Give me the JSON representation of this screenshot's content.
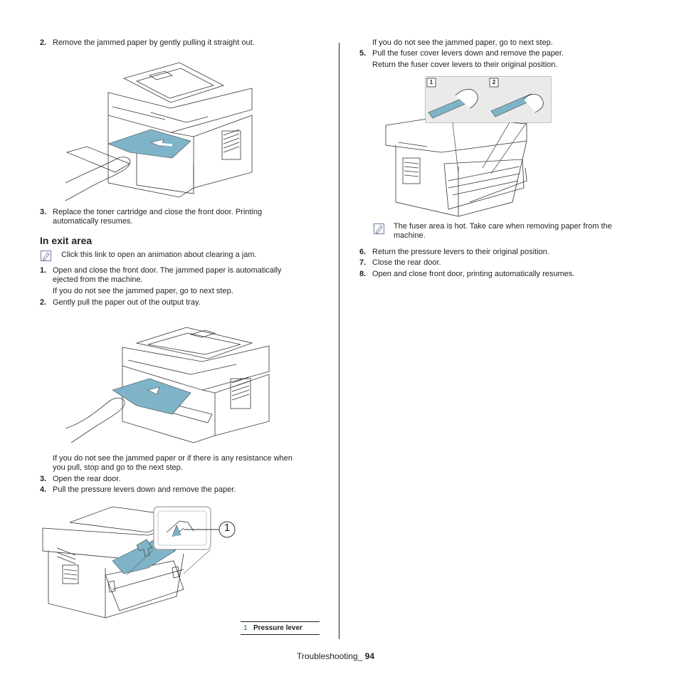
{
  "left": {
    "step2": {
      "num": "2.",
      "text": "Remove the jammed paper by gently pulling it straight out."
    },
    "step3": {
      "num": "3.",
      "line1": "Replace the toner cartridge and close the front door. Printing",
      "line2": "automatically resumes."
    },
    "section_title": "In exit area",
    "note_animation": "Click this link to open an animation about clearing a jam.",
    "exit_step1": {
      "num": "1.",
      "line1": "Open and close the front door. The jammed paper is automatically",
      "line2": "ejected from the machine."
    },
    "exit_step1_sub": "If you do not see the jammed paper, go to next step.",
    "exit_step2": {
      "num": "2.",
      "text": "Gently pull the paper out of the output tray."
    },
    "after_image_line1": "If you do not see the jammed paper or if there is any resistance when",
    "after_image_line2": "you pull, stop and go to the next step.",
    "exit_step3": {
      "num": "3.",
      "text": "Open the rear door."
    },
    "exit_step4": {
      "num": "4.",
      "text": "Pull the pressure levers down and remove the paper."
    },
    "callout_number": "1",
    "caption_num": "1",
    "caption_label": "Pressure lever"
  },
  "right": {
    "sub_top": "If you do not see the jammed paper, go to next step.",
    "step5": {
      "num": "5.",
      "text": "Pull the fuser cover levers down and remove the paper."
    },
    "step5_sub": "Return the fuser cover levers to their original position.",
    "inset1": "1",
    "inset2": "2",
    "note_hot": {
      "line1": "The fuser area is hot. Take care when removing paper from the",
      "line2": "machine."
    },
    "step6": {
      "num": "6.",
      "text": "Return the pressure levers to their original position."
    },
    "step7": {
      "num": "7.",
      "text": "Close the rear door."
    },
    "step8": {
      "num": "8.",
      "text": "Open and close front door, printing automatically resumes."
    }
  },
  "footer": {
    "section": "Troubleshooting_",
    "page": "94"
  },
  "colors": {
    "text": "#231f20",
    "paper": "#7fb4c8",
    "accent": "#5a8fa8",
    "note_border": "#6e7aa0"
  }
}
